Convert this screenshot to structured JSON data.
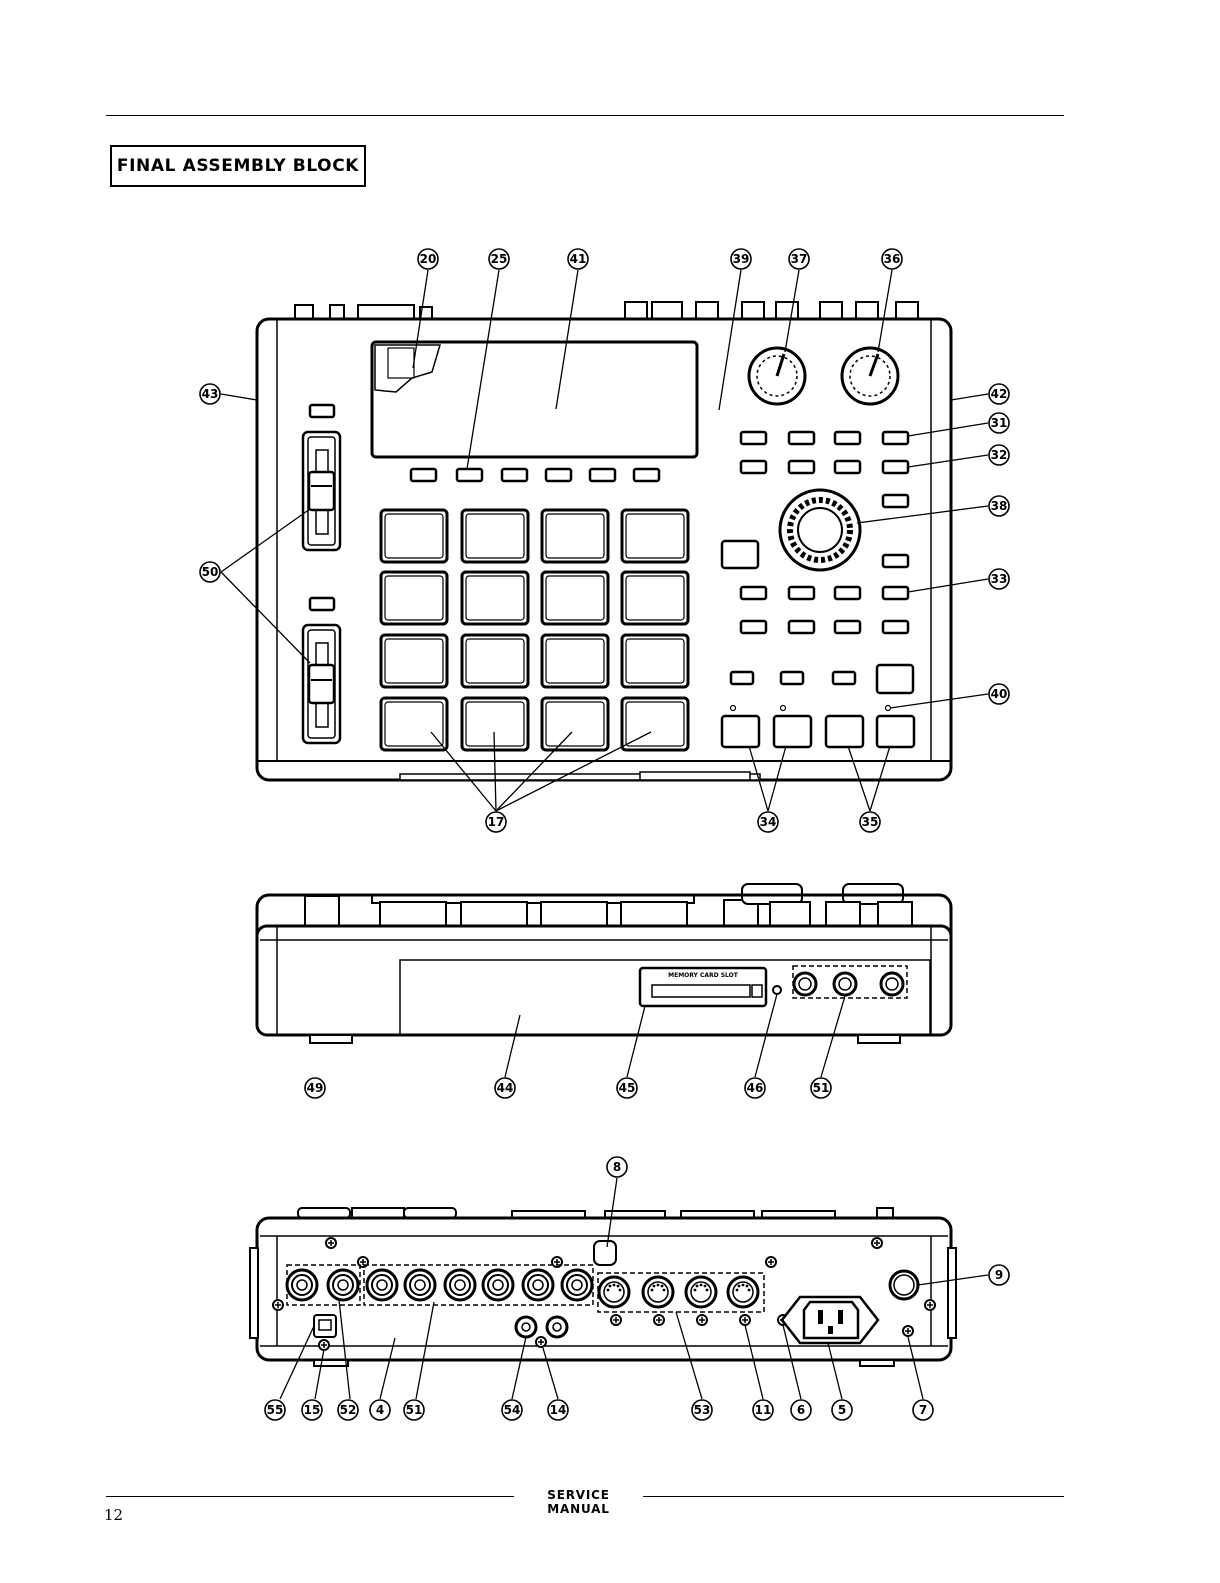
{
  "section_title": "FINAL ASSEMBLY BLOCK",
  "footer": {
    "text": "SERVICE MANUAL",
    "page_number": "12"
  },
  "display_panel": {
    "caption": "MEMORY CARD SLOT"
  },
  "callouts": {
    "top_view": [
      "20",
      "25",
      "41",
      "39",
      "37",
      "36",
      "43",
      "42",
      "31",
      "32",
      "38",
      "50",
      "33",
      "40",
      "17",
      "34",
      "35"
    ],
    "front_view": [
      "49",
      "44",
      "45",
      "46",
      "51"
    ],
    "rear_view": [
      "8",
      "9",
      "55",
      "15",
      "52",
      "4",
      "51",
      "54",
      "14",
      "53",
      "11",
      "6",
      "5",
      "7"
    ]
  }
}
